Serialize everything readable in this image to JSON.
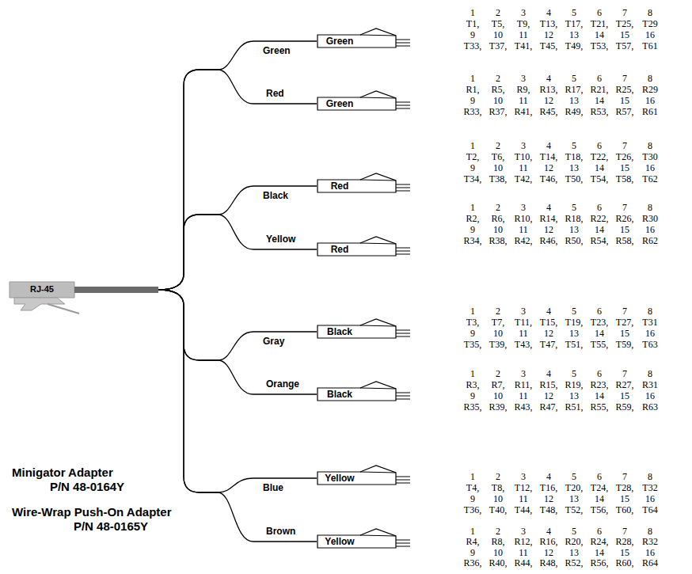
{
  "diagram": {
    "nodes": [
      {
        "text": [
          "RJ-45"
        ]
      },
      {
        "text": [
          "Green"
        ]
      },
      {
        "text": [
          "Green"
        ]
      },
      {
        "text": [
          "Red"
        ]
      },
      {
        "text": [
          "Red"
        ]
      },
      {
        "text": [
          "Black"
        ]
      },
      {
        "text": [
          "Black"
        ]
      },
      {
        "text": [
          "Yellow"
        ]
      },
      {
        "text": [
          "Yellow"
        ]
      }
    ],
    "edges": [
      {
        "from": 0,
        "to": 1,
        "arrow": "none",
        "label": "Green"
      },
      {
        "from": 0,
        "to": 2,
        "arrow": "none",
        "label": "Red"
      },
      {
        "from": 0,
        "to": 3,
        "arrow": "none",
        "label": "Black"
      },
      {
        "from": 0,
        "to": 4,
        "arrow": "none",
        "label": "Yellow"
      },
      {
        "from": 0,
        "to": 5,
        "arrow": "none",
        "label": "Gray"
      },
      {
        "from": 0,
        "to": 6,
        "arrow": "none",
        "label": "Orange"
      },
      {
        "from": 0,
        "to": 7,
        "arrow": "none",
        "label": "Blue"
      },
      {
        "from": 0,
        "to": 8,
        "arrow": "none",
        "label": "Brown"
      }
    ],
    "labels": [
      "1",
      "2",
      "3",
      "4",
      "5",
      "6",
      "7",
      "8",
      "T1,",
      "T5,",
      "T9,",
      "T13,",
      "T17,",
      "T21,",
      "T25,",
      "T29",
      "9",
      "10",
      "11",
      "12",
      "13",
      "14",
      "15",
      "16",
      "T33,",
      "T37,",
      "T41,",
      "T45,",
      "T49,",
      "T53,",
      "T57,",
      "T61",
      "1",
      "2",
      "3",
      "4",
      "5",
      "6",
      "7",
      "8",
      "R1,",
      "R5,",
      "R9,",
      "R13,",
      "R17,",
      "R21,",
      "R25,",
      "R29",
      "9",
      "10",
      "11",
      "12",
      "13",
      "14",
      "15",
      "16",
      "R33,",
      "R37,",
      "R41,",
      "R45,",
      "R49,",
      "R53,",
      "R57,",
      "R61",
      "1",
      "2",
      "3",
      "4",
      "5",
      "6",
      "7",
      "8",
      "T2,",
      "T6,",
      "T10,",
      "T14,",
      "T18,",
      "T22,",
      "T26,",
      "T30",
      "9",
      "10",
      "11",
      "12",
      "13",
      "14",
      "15",
      "16",
      "T34,",
      "T38,",
      "T42,",
      "T46,",
      "T50,",
      "T54,",
      "T58,",
      "T62",
      "1",
      "2",
      "3",
      "4",
      "5",
      "6",
      "7",
      "8",
      "R2,",
      "R6,",
      "R10,",
      "R14,",
      "R18,",
      "R22,",
      "R26,",
      "R30",
      "9",
      "10",
      "11",
      "12",
      "13",
      "14",
      "15",
      "16",
      "R34,",
      "R38,",
      "R42,",
      "R46,",
      "R50,",
      "R54,",
      "R58,",
      "R62",
      "1",
      "2",
      "3",
      "4",
      "5",
      "6",
      "7",
      "8",
      "T3,",
      "T7,",
      "T11,",
      "T15,",
      "T19,",
      "T23,",
      "T27,",
      "T31",
      "9",
      "10",
      "11",
      "12",
      "13",
      "14",
      "15",
      "16",
      "T35,",
      "T39,",
      "T43,",
      "T47,",
      "T51,",
      "T55,",
      "T59,",
      "T63",
      "1",
      "2",
      "3",
      "4",
      "5",
      "6",
      "7",
      "8",
      "R3,",
      "R7,",
      "R11,",
      "R15,",
      "R19,",
      "R23,",
      "R27,",
      "R31",
      "9",
      "10",
      "11",
      "12",
      "13",
      "14",
      "15",
      "16",
      "R35,",
      "R39,",
      "R43,",
      "R47,",
      "R51,",
      "R55,",
      "R59,",
      "R63",
      "1",
      "2",
      "3",
      "4",
      "5",
      "6",
      "7",
      "8",
      "T4,",
      "T8,",
      "T12,",
      "T16,",
      "T20,",
      "T24,",
      "T28,",
      "T32",
      "9",
      "10",
      "11",
      "12",
      "13",
      "14",
      "15",
      "16",
      "T36,",
      "T40,",
      "T44,",
      "T48,",
      "T52,",
      "T56,",
      "T60,",
      "T64",
      "1",
      "2",
      "3",
      "4",
      "5",
      "6",
      "7",
      "8",
      "R4,",
      "R8,",
      "R12,",
      "R16,",
      "R20,",
      "R24,",
      "R28,",
      "R32",
      "9",
      "10",
      "11",
      "12",
      "13",
      "14",
      "15",
      "16",
      "R36,",
      "R40,",
      "R44,",
      "R48,",
      "R52,",
      "R56,",
      "R60,",
      "R64",
      "Minigator Adapter",
      "P/N 48-0164Y",
      "Wire-Wrap Push-On Adapter",
      "P/N 48-0165Y"
    ]
  }
}
